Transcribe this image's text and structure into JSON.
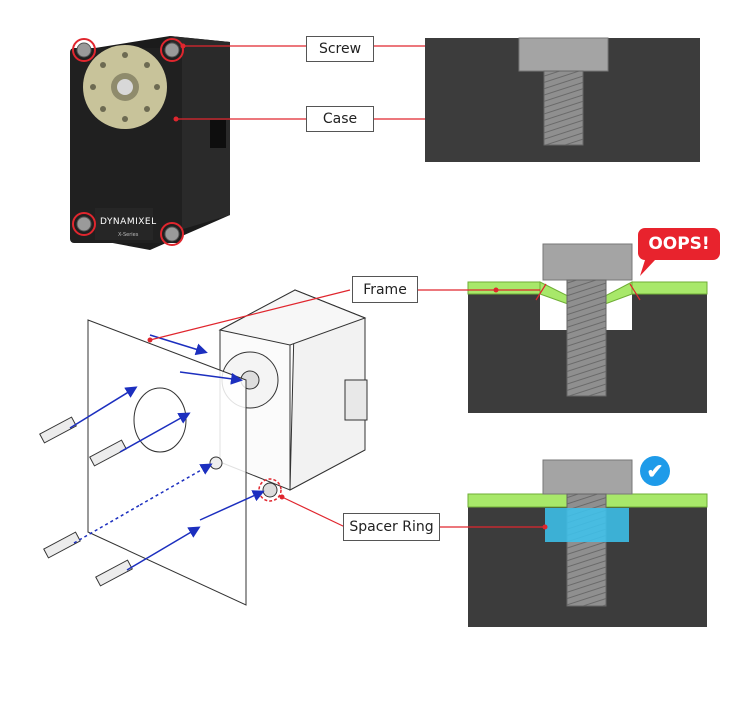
{
  "labels": {
    "screw": "Screw",
    "case": "Case",
    "frame": "Frame",
    "spacer_ring": "Spacer Ring"
  },
  "badges": {
    "oops": "OOPS!",
    "ok_icon": "checkmark-icon"
  },
  "product": {
    "brand": "DYNAMIXEL",
    "series": "X-Series"
  },
  "colors": {
    "leader_line": "#e0262e",
    "dark_panel": "#3c3c3c",
    "screw_gray": "#9a9a9a",
    "frame_green": "#a8e86a",
    "spacer_blue": "#3cc4f0",
    "alert_red": "#e8232d",
    "check_blue": "#1e9be9"
  }
}
